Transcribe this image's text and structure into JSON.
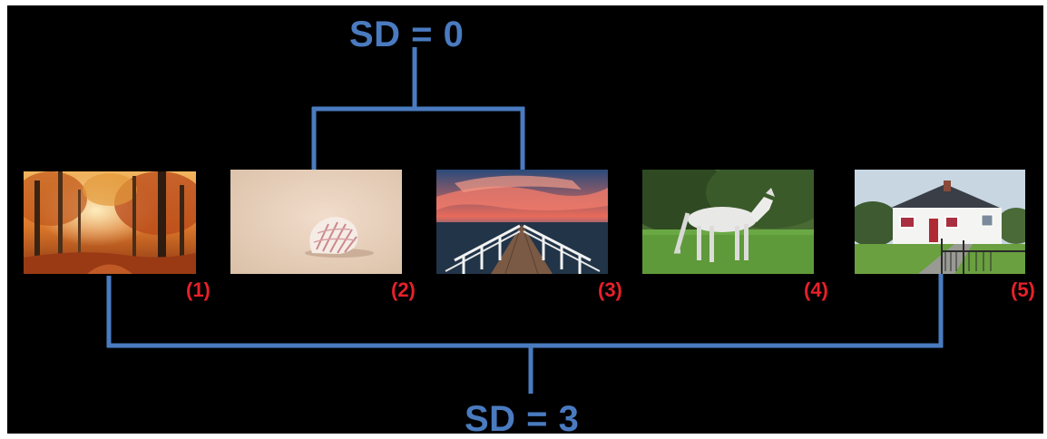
{
  "top_label": "SD = 0",
  "bottom_label": "SD = 3",
  "image_labels": [
    "(1)",
    "(2)",
    "(3)",
    "(4)",
    "(5)"
  ],
  "images": [
    {
      "icon": "autumn-forest-photo"
    },
    {
      "icon": "seashell-photo"
    },
    {
      "icon": "pier-sunset-photo"
    },
    {
      "icon": "white-horse-photo"
    },
    {
      "icon": "white-cottage-photo"
    }
  ],
  "colors": {
    "background": "#000000",
    "connector": "#4a7bc0",
    "sd_label": "#4a7bc0",
    "number_label": "#e8202a"
  }
}
